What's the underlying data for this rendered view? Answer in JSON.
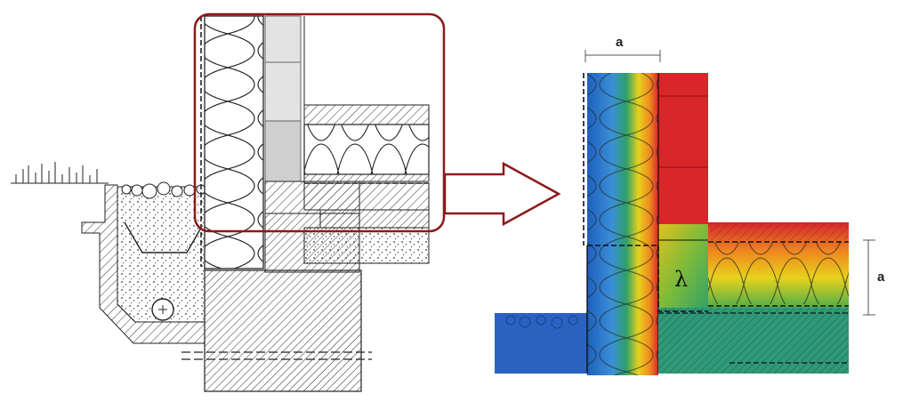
{
  "labels": {
    "dim_top": "a",
    "dim_right": "a",
    "conductivity_symbol": "λ"
  },
  "colors": {
    "detail_frame": "#8b1a1a",
    "arrow_outline": "#8b1a1a",
    "line": "#222222",
    "masonry": "#d9d9d9",
    "thermal_cold": "#1f5fbf",
    "thermal_cool": "#3a8fd6",
    "thermal_mid": "#2ea06a",
    "thermal_warm": "#e7d21c",
    "thermal_hot": "#d8262a"
  },
  "icons": {
    "drain_pipe": "drain-pipe-icon",
    "gravel": "gravel-pattern",
    "insulation": "insulation-batt-pattern"
  }
}
